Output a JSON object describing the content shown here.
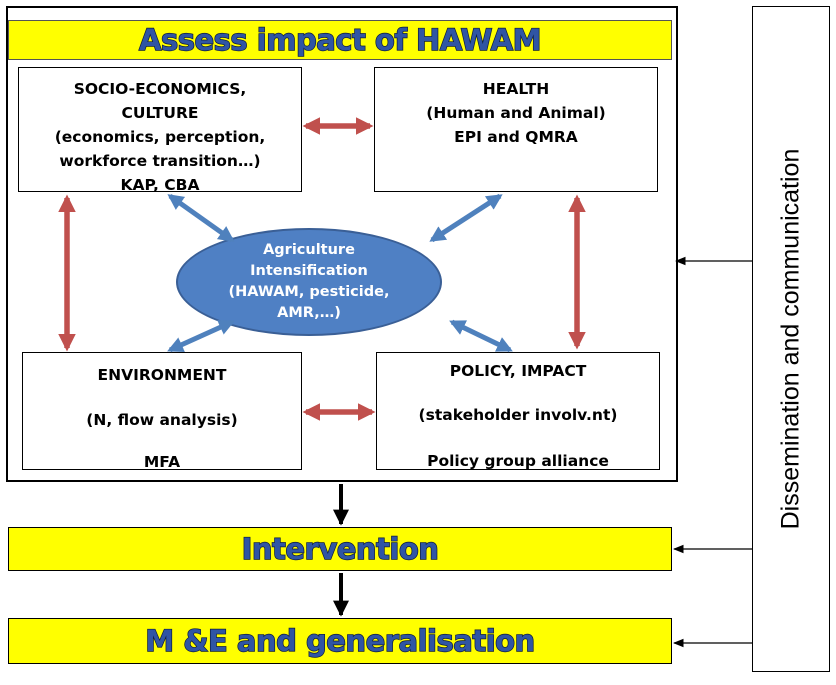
{
  "title": "Assess impact of HAWAM",
  "boxes": {
    "socio": [
      "SOCIO-ECONOMICS,",
      "CULTURE",
      "(economics, perception,",
      "workforce transition…)",
      "KAP, CBA"
    ],
    "health": [
      "HEALTH",
      "(Human and Animal)",
      "EPI and QMRA"
    ],
    "environment": [
      "ENVIRONMENT",
      "(N,  flow analysis)",
      "MFA"
    ],
    "policy": [
      "POLICY, IMPACT",
      "(stakeholder involv.nt)",
      "Policy group alliance"
    ]
  },
  "center": [
    "Agriculture",
    "Intensification",
    "(HAWAM, pesticide,",
    "AMR,…)"
  ],
  "steps": {
    "intervention": "Intervention",
    "me": "M &E and generalisation"
  },
  "side_panel": "Dissemination and communication",
  "colors": {
    "title_fill": "#ffff00",
    "title_text": "#2f55a4",
    "center_fill": "#4f80c4",
    "red_arrow": "#c0504d",
    "blue_arrow": "#4f81bd"
  }
}
